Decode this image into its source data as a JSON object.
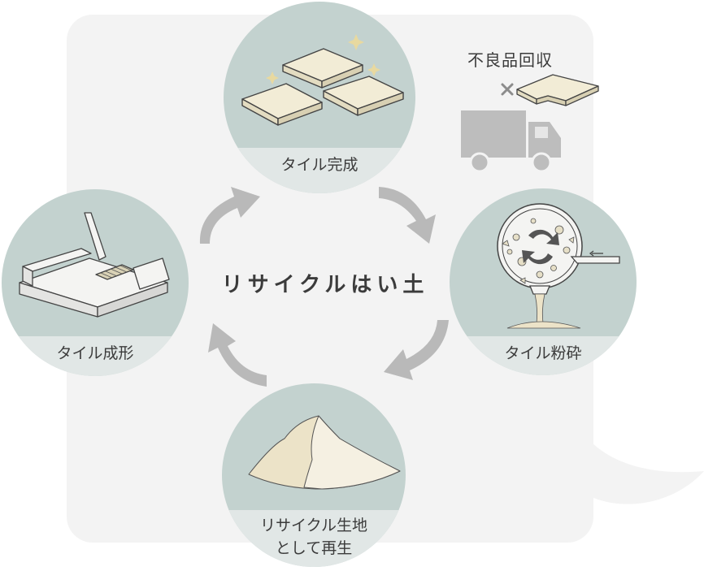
{
  "center_title": "リサイクルはい土",
  "steps": {
    "complete": "タイル完成",
    "crush": "タイル粉砕",
    "recycle_line1": "リサイクル生地",
    "recycle_line2": "として再生",
    "forming": "タイル成形"
  },
  "defect_recovery": "不良品回収",
  "colors": {
    "panel": "#f3f3f3",
    "circle": "#c3d2cf",
    "circle_band": "#e1e7e6",
    "arrow": "#b9b9b9",
    "truck": "#bdbdbd",
    "tile": "#f2ecd6",
    "tile_edge": "#444444",
    "sparkle": "#e8d9a0",
    "clay": "#ece3c8"
  }
}
